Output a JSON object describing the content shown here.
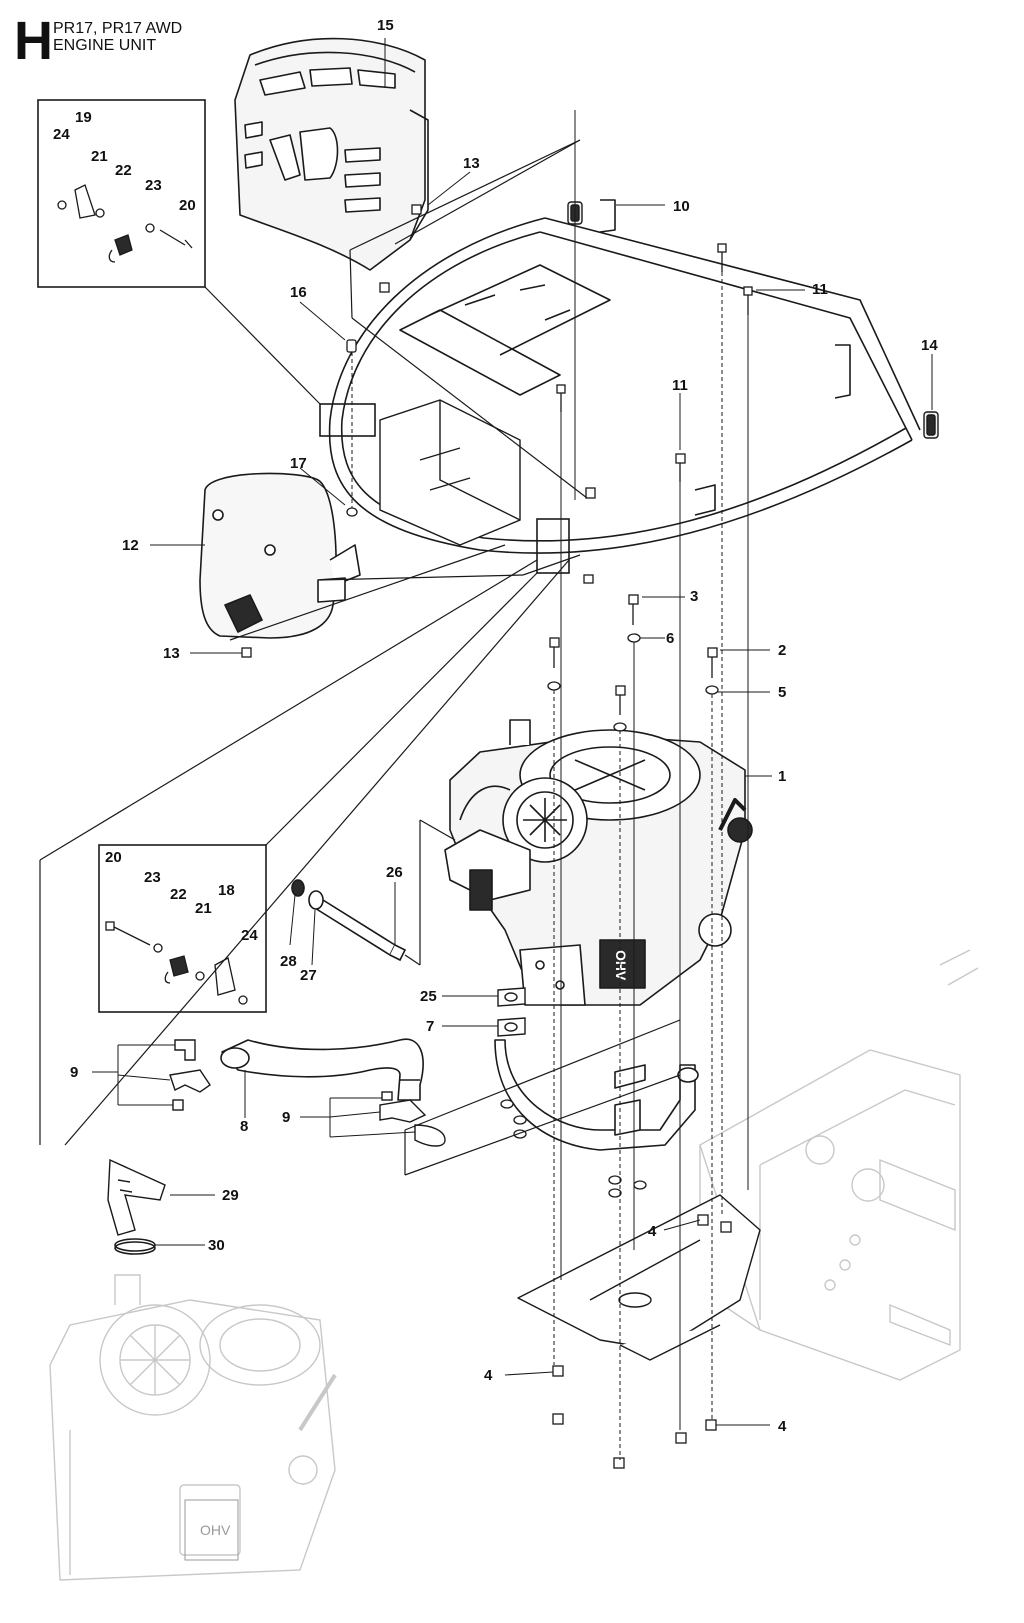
{
  "header": {
    "section_letter": "H",
    "model_line": "PR17, PR17 AWD",
    "unit_line": "ENGINE UNIT"
  },
  "callouts": {
    "c1": "1",
    "c2": "2",
    "c3": "3",
    "c4a": "4",
    "c4b": "4",
    "c4c": "4",
    "c5": "5",
    "c6": "6",
    "c7": "7",
    "c8": "8",
    "c9a": "9",
    "c9b": "9",
    "c10": "10",
    "c11a": "11",
    "c11b": "11",
    "c12": "12",
    "c13a": "13",
    "c13b": "13",
    "c14": "14",
    "c15": "15",
    "c16": "16",
    "c17": "17",
    "c18": "18",
    "c19": "19",
    "c20a": "20",
    "c20b": "20",
    "c21a": "21",
    "c21b": "21",
    "c22a": "22",
    "c22b": "22",
    "c23a": "23",
    "c23b": "23",
    "c24a": "24",
    "c24b": "24",
    "c25": "25",
    "c26": "26",
    "c27": "27",
    "c28": "28",
    "c29": "29",
    "c30": "30"
  },
  "embossed_text": {
    "engine_badge": "OHV"
  },
  "colors": {
    "line": "#1a1a1a",
    "ghost_line": "#c8c8c8",
    "panel_fill": "#f2f2f2",
    "dark_fill": "#2a2a2a"
  }
}
